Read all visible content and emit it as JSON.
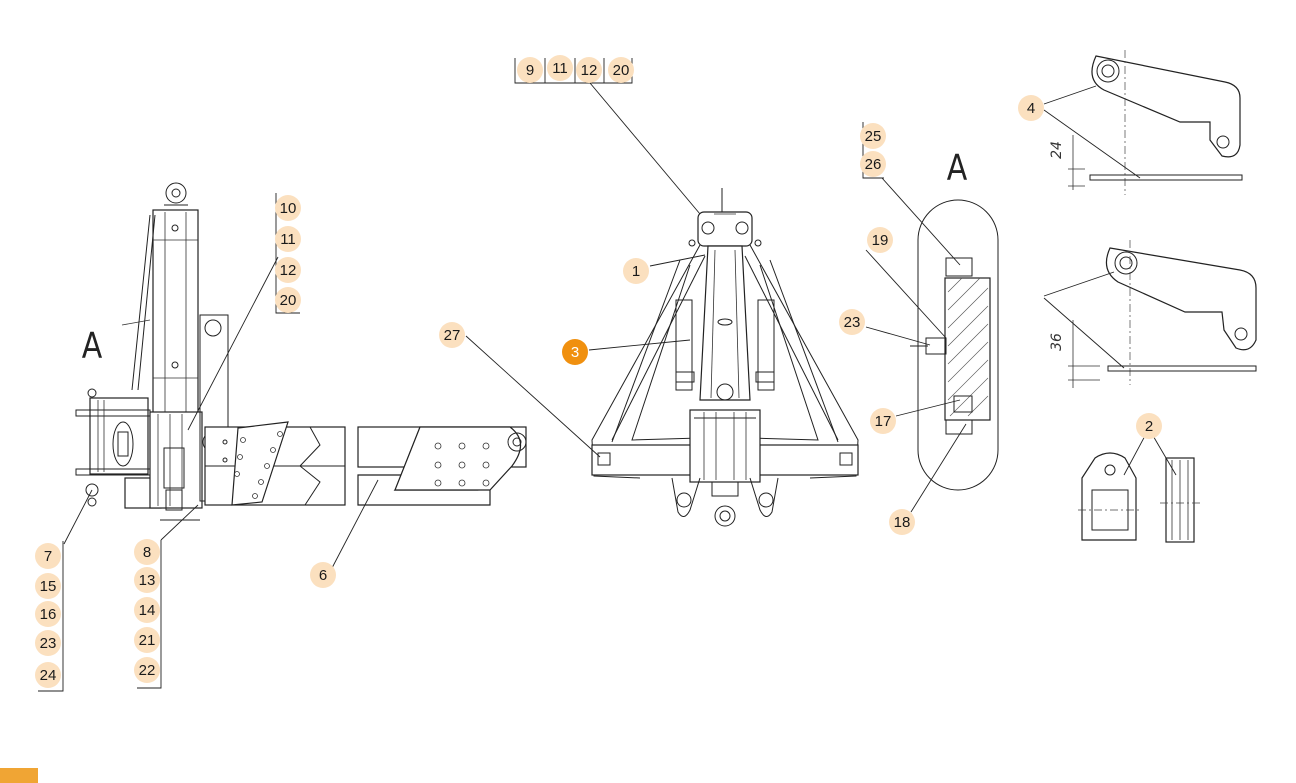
{
  "callouts": {
    "c1": "1",
    "c2": "2",
    "c3": "3",
    "c4": "4",
    "c6": "6",
    "c27": "27",
    "c17": "17",
    "c18": "18",
    "c19": "19",
    "c23r": "23",
    "g_top": [
      "9",
      "11",
      "12",
      "20"
    ],
    "g_mid": [
      "10",
      "11",
      "12",
      "20"
    ],
    "g_ra": [
      "25",
      "26"
    ],
    "g_lb": [
      "7",
      "15",
      "16",
      "23",
      "24"
    ],
    "g_cb": [
      "8",
      "13",
      "14",
      "21",
      "22"
    ]
  },
  "view_labels": {
    "left": "A",
    "right": "A"
  },
  "dimensions": {
    "d1": "24",
    "d2": "36"
  },
  "colors": {
    "badge": "#fbe0bf",
    "badge_active": "#f0900f",
    "accent": "#f0a534"
  },
  "active_callout": "3"
}
